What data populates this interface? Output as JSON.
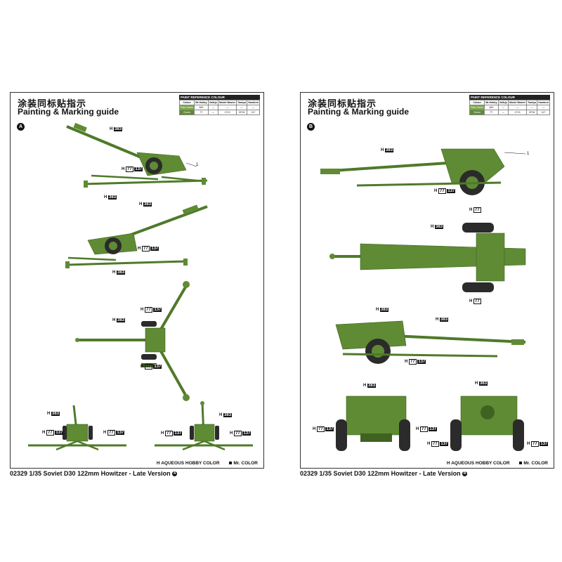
{
  "header": {
    "title_cn": "涂装同标贴指示",
    "title_en": "Painting & Marking guide"
  },
  "reference_table": {
    "caption": "PAINT REFERENCE COLOUR",
    "columns": [
      "Colour",
      "Mr.Hobby",
      "Vallejo",
      "Model Master",
      "Tamiya",
      "Humbrol"
    ],
    "rows": [
      [
        "Pale Green",
        "383",
        "—",
        "—",
        "—",
        "—"
      ],
      [
        "Green",
        "77",
        "—",
        "1713",
        "XF26",
        "117"
      ]
    ]
  },
  "views": {
    "a_letter": "A",
    "b_letter": "B"
  },
  "callouts": {
    "h383": "383",
    "h77": "77",
    "h137": "137",
    "h_prefix": "H",
    "part_1": "1"
  },
  "legend": {
    "h_label": "H",
    "aqueous": "AQUEOUS HOBBY COLOR",
    "mr_color": "Mr. COLOR"
  },
  "captions": {
    "a": "02329  1/35   Soviet D30 122mm Howitzer - Late Version",
    "b": "02329  1/35   Soviet D30 122mm Howitzer - Late Version",
    "a_letter": "A",
    "b_letter": "B"
  },
  "colors": {
    "olive_green": "#5f8b34",
    "dark_green": "#3f6221",
    "tire": "#2b2b2b"
  }
}
